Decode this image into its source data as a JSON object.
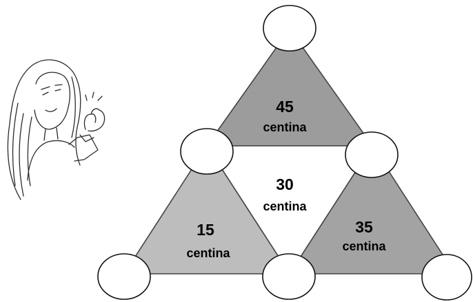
{
  "colors": {
    "top_triangle": "#9c9c9c",
    "left_triangle": "#bdbdbd",
    "right_triangle": "#a3a3a3",
    "middle_triangle": "#ffffff",
    "circle_fill": "#ffffff"
  },
  "triangles": {
    "top": {
      "number": "45",
      "word": "centina"
    },
    "middle": {
      "number": "30",
      "word": "centina"
    },
    "left": {
      "number": "15",
      "word": "centina"
    },
    "right": {
      "number": "35",
      "word": "centina"
    }
  },
  "illustration": {
    "subject": "girl-snapping-fingers"
  }
}
